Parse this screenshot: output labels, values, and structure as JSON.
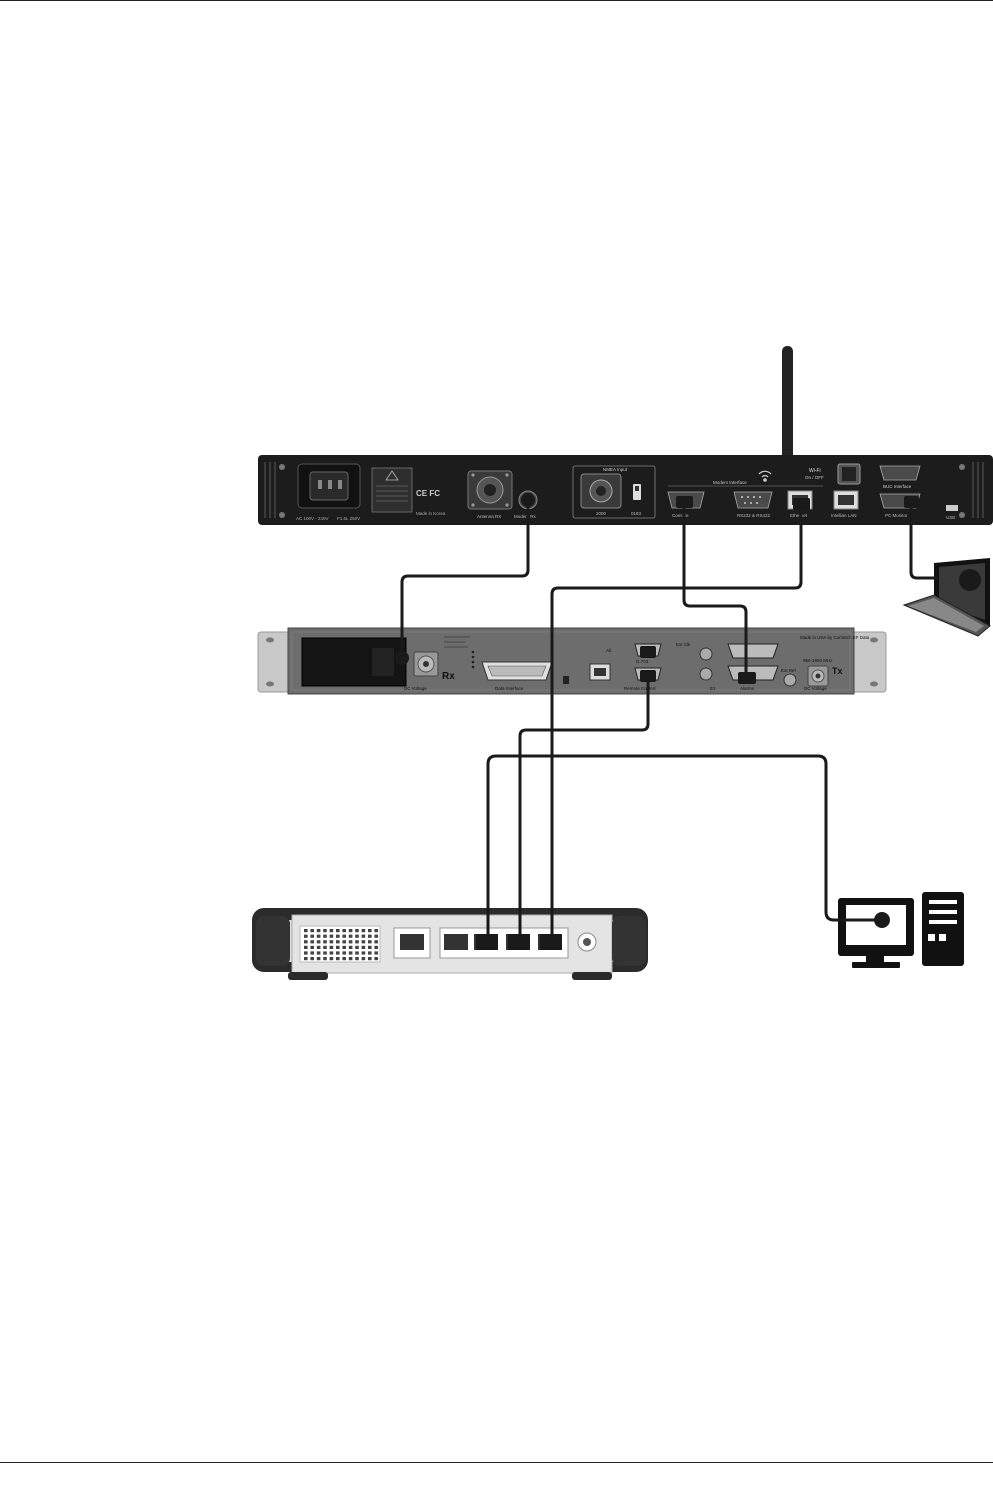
{
  "acu": {
    "labels": {
      "nmea_input": "NMEA Input",
      "modem_interface": "Modem Interface",
      "antenna_rx": "Antenna RX",
      "modem_rx": "Modem Rx",
      "console": "Console",
      "rs232_rs422": "RS232 & RS422",
      "ethernet": "Ethernet",
      "intellian_lan": "Intellian LAN",
      "wifi": "Wi-Fi",
      "wifi_onoff": "On / OFF",
      "buc_interface": "BUC Interface",
      "pc_monitor": "PC Monitor",
      "usb": "USB",
      "nmea_2000": "2000",
      "nmea_0183": "0183",
      "made_in_korea": "Made in Korea",
      "power_rating": "AC 100V - 240V",
      "power_rating_2": "F1.6L 250V",
      "ce_fcc": "CE FC"
    }
  },
  "modem": {
    "labels": {
      "rx": "Rx",
      "tx": "Tx",
      "dc_voltage_left": "DC Voltage",
      "data_interface": "Data Interface",
      "alt": "Alt",
      "remote_control": "Remote Control",
      "g703": "G.703",
      "alarms": "Alarms",
      "ext_ref": "Ext Ref",
      "made_in_usa": "Made in USA by Comtech EF Data",
      "freq_range": "950-1950 MHz",
      "dc_voltage_right": "DC Voltage",
      "ext_clock": "Ext Clk",
      "e1": "E1"
    }
  },
  "colors": {
    "cable": "#1a1a1a",
    "acu_body": "#1c1c1c",
    "modem_face": "#6d6d6d",
    "rack_ear": "#c9c9c9",
    "hub_body": "#2b2b2b",
    "hub_face": "#e4e4e4"
  }
}
